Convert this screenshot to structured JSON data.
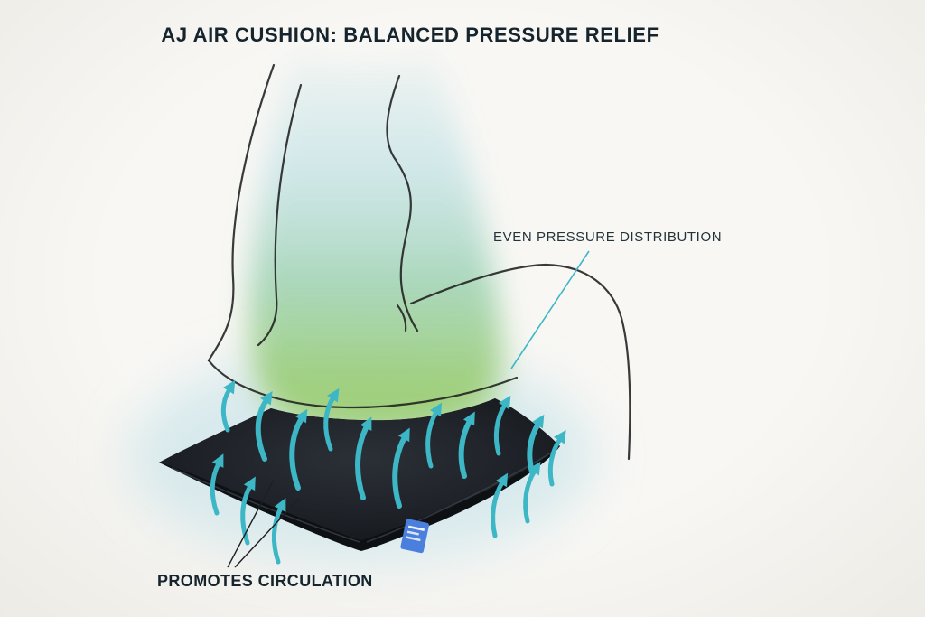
{
  "title": "AJ AIR CUSHION: BALANCED PRESSURE RELIEF",
  "annotations": {
    "even_pressure": "EVEN PRESSURE DISTRIBUTION",
    "promotes_circulation": "PROMOTES CIRCULATION"
  },
  "colors": {
    "background": "#f8f7f4",
    "title_text": "#15242d",
    "annotation_text": "#22333c",
    "outline": "#1f1f1f",
    "arrow_teal": "#3db6c6",
    "gradient_top_blue": "#9fd4dc",
    "gradient_mid_teal": "#7cc49a",
    "gradient_bottom_green": "#8cc654",
    "cushion_dark": "#1b1f24",
    "tag_blue": "#4a7fdd",
    "halo_blue": "#bedfe7"
  }
}
